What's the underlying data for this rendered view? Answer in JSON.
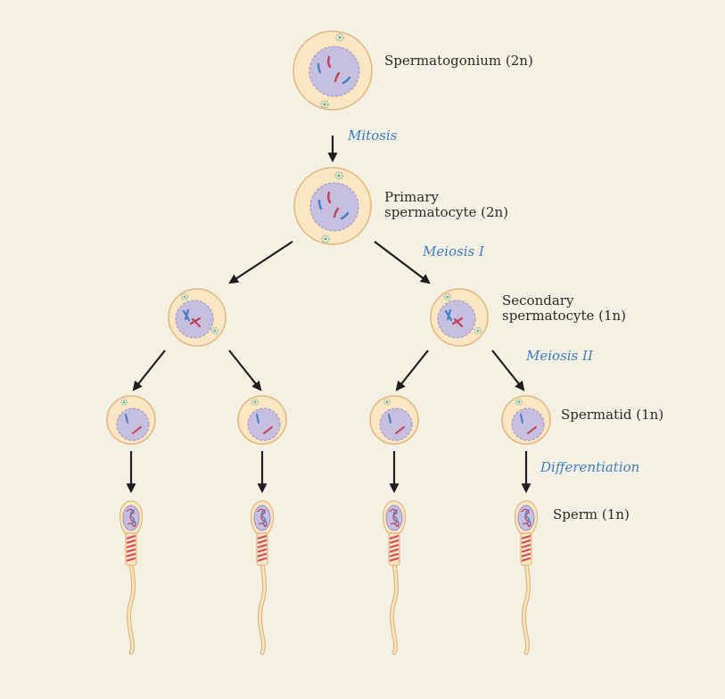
{
  "stages": {
    "spermatogonium": "Spermatogonium (2n)",
    "primary_line1": "Primary",
    "primary_line2": "spermatocyte (2n)",
    "secondary_line1": "Secondary",
    "secondary_line2": "spermatocyte (1n)",
    "spermatid": "Spermatid (1n)",
    "sperm": "Sperm (1n)"
  },
  "processes": {
    "mitosis": "Mitosis",
    "meiosis_1": "Meiosis I",
    "meiosis_2": "Meiosis II",
    "differentiation": "Differentiation"
  },
  "colors": {
    "background": "#f5f0e4",
    "cell_fill": "#fbe6c4",
    "cell_stroke": "#e2b57c",
    "nucleus_fill": "#c7bfe0",
    "nucleus_stroke": "#9a8fc4",
    "chromosome_red": "#c2405a",
    "chromosome_blue": "#3f7fc0",
    "centriole": "#4bb2a6",
    "arrow": "#1e1e1e",
    "process_text": "#3a7fc1",
    "midpiece": "#d9485a"
  }
}
